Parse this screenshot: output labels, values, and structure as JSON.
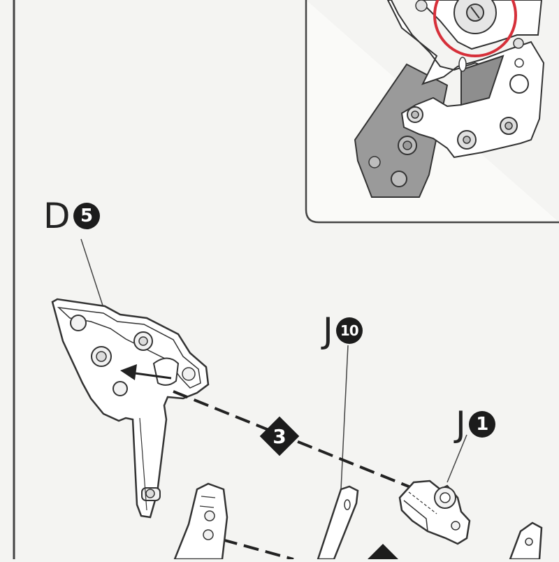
{
  "labels": {
    "d5": {
      "letter": "D",
      "number": "5"
    },
    "j10": {
      "letter": "J",
      "number": "10"
    },
    "j1": {
      "letter": "J",
      "number": "1"
    }
  },
  "steps": {
    "step3": "3"
  },
  "colors": {
    "line": "#333333",
    "part_fill": "#ffffff",
    "shaded_part": "#9a9a9a",
    "highlight_circle": "#d6303a",
    "background": "#f4f4f2"
  }
}
